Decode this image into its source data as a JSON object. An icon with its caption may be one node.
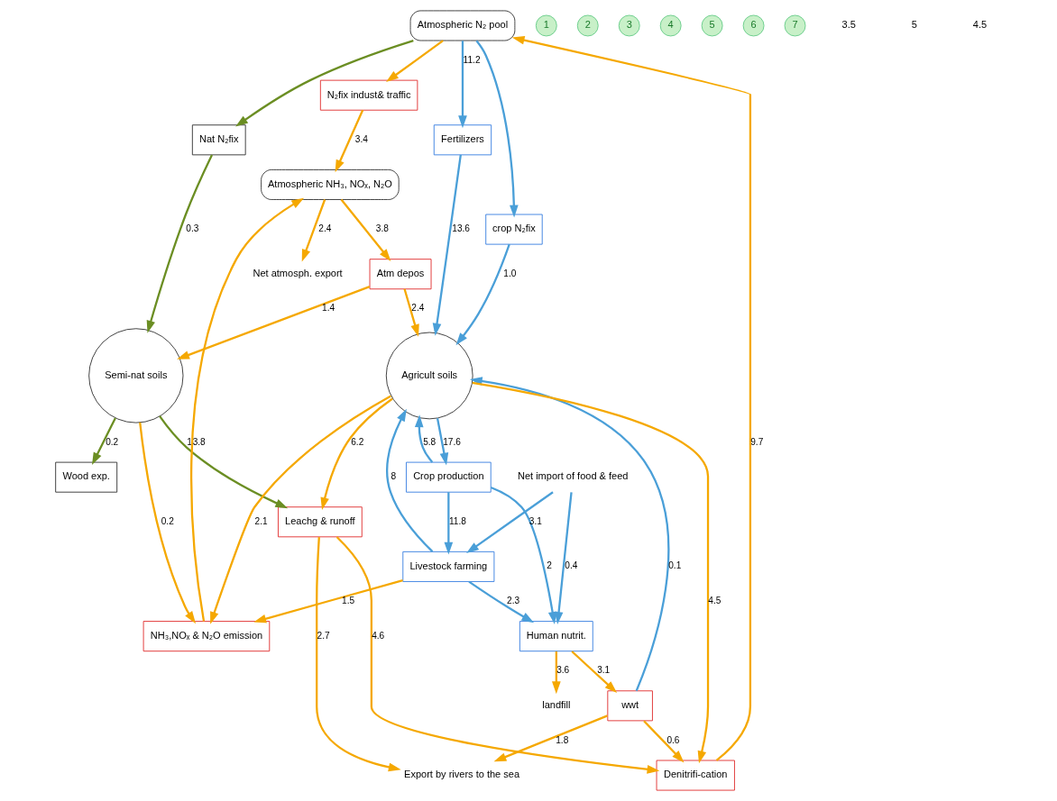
{
  "diagram": {
    "nodes": [
      {
        "text": [
          "Atmospheric N₂ pool"
        ]
      },
      {
        "text": [
          "Atmospheric NH₃, NOₓ, N₂O"
        ]
      },
      {
        "text": [
          "N₂fix indust& traffic"
        ]
      },
      {
        "text": [
          "Nat N₂fix"
        ]
      },
      {
        "text": [
          "Wood exp."
        ]
      },
      {
        "text": [
          "Atm depos"
        ]
      },
      {
        "text": [
          "Fertilizers"
        ]
      },
      {
        "text": [
          "crop N₂fix"
        ]
      },
      {
        "text": [
          "Crop production"
        ]
      },
      {
        "text": [
          "Livestock farming"
        ]
      },
      {
        "text": [
          "Human nutrit."
        ]
      },
      {
        "text": [
          "wwt"
        ]
      },
      {
        "text": [
          "Semi-nat soils"
        ]
      },
      {
        "text": [
          "Agricult soils"
        ]
      },
      {
        "text": [
          "NH₃,NOₓ & N₂O emission"
        ]
      },
      {
        "text": [
          "Leachg & runoff"
        ]
      },
      {
        "text": [
          "Denitrifi-cation"
        ]
      },
      {
        "text": [
          "landfill"
        ]
      },
      {
        "text": [
          "Net atmosph. export"
        ]
      },
      {
        "text": [
          "Net import of food & feed"
        ]
      },
      {
        "text": [
          "Export by rivers to the sea"
        ]
      },
      {
        "text": [
          "1"
        ]
      },
      {
        "text": [
          "2"
        ]
      },
      {
        "text": [
          "3"
        ]
      },
      {
        "text": [
          "4"
        ]
      },
      {
        "text": [
          "5"
        ]
      },
      {
        "text": [
          "6"
        ]
      },
      {
        "text": [
          "7"
        ]
      }
    ],
    "edges": [
      {
        "from": 16,
        "to": 0,
        "arrow": "to",
        "label": "9.7"
      },
      {
        "from": 0,
        "to": 2,
        "arrow": "to"
      },
      {
        "from": 2,
        "to": 1,
        "arrow": "to",
        "label": "3.4"
      },
      {
        "from": 14,
        "to": 1,
        "arrow": "to",
        "label": "3.8"
      },
      {
        "from": 1,
        "to": 18,
        "arrow": "to",
        "label": "2.4"
      },
      {
        "from": 1,
        "to": 5,
        "arrow": "to",
        "label": "3.8"
      },
      {
        "from": 5,
        "to": 12,
        "arrow": "to",
        "label": "1.4"
      },
      {
        "from": 5,
        "to": 13,
        "arrow": "to",
        "label": "2.4"
      },
      {
        "from": 0,
        "to": 3,
        "arrow": "to",
        "color": "#6b8e23"
      },
      {
        "from": 3,
        "to": 12,
        "arrow": "to",
        "label": "0.3",
        "color": "#6b8e23"
      },
      {
        "from": 12,
        "to": 4,
        "arrow": "to",
        "label": "0.2",
        "color": "#6b8e23"
      },
      {
        "from": 0,
        "to": 6,
        "arrow": "to",
        "label": "11.2",
        "color": "#4a9fd8"
      },
      {
        "from": 6,
        "to": 13,
        "arrow": "to",
        "label": "13.6",
        "color": "#4a9fd8"
      },
      {
        "from": 0,
        "to": 7,
        "arrow": "to",
        "color": "#4a9fd8"
      },
      {
        "from": 7,
        "to": 13,
        "arrow": "to",
        "label": "1.0",
        "color": "#4a9fd8"
      },
      {
        "from": 13,
        "to": 8,
        "arrow": "to",
        "label": "17.6",
        "color": "#4a9fd8"
      },
      {
        "from": 8,
        "to": 9,
        "arrow": "to",
        "label": "11.8",
        "color": "#4a9fd8"
      },
      {
        "from": 8,
        "to": 13,
        "arrow": "to",
        "label": "5.8",
        "color": "#4a9fd8"
      },
      {
        "from": 8,
        "to": 10,
        "arrow": "to",
        "label": "2",
        "color": "#4a9fd8"
      },
      {
        "from": 19,
        "to": 9,
        "arrow": "to",
        "label": "3.1",
        "color": "#4a9fd8"
      },
      {
        "from": 19,
        "to": 10,
        "arrow": "to",
        "label": "0.4",
        "color": "#4a9fd8"
      },
      {
        "from": 9,
        "to": 13,
        "arrow": "to",
        "label": "8",
        "color": "#4a9fd8"
      },
      {
        "from": 9,
        "to": 10,
        "arrow": "to",
        "label": "2.3",
        "color": "#4a9fd8"
      },
      {
        "from": 11,
        "to": 13,
        "arrow": "to",
        "label": "0.1",
        "color": "#4a9fd8"
      },
      {
        "from": 10,
        "to": 11,
        "arrow": "to",
        "label": "3.1"
      },
      {
        "from": 10,
        "to": 17,
        "arrow": "to",
        "label": "3.6"
      },
      {
        "from": 12,
        "to": 14,
        "arrow": "to",
        "label": "0.2"
      },
      {
        "from": 13,
        "to": 14,
        "arrow": "to",
        "label": "2.1"
      },
      {
        "from": 9,
        "to": 14,
        "arrow": "to",
        "label": "1.5"
      },
      {
        "from": 12,
        "to": 15,
        "arrow": "to",
        "label": "1",
        "color": "#6b8e23"
      },
      {
        "from": 13,
        "to": 16,
        "arrow": "to",
        "label": "4.5"
      },
      {
        "from": 13,
        "to": 15,
        "arrow": "to",
        "label": "6.2"
      },
      {
        "from": 15,
        "to": 16,
        "arrow": "to",
        "label": "4.6"
      },
      {
        "from": 15,
        "to": 20,
        "arrow": "to",
        "label": "2.7"
      },
      {
        "from": 11,
        "to": 20,
        "arrow": "to",
        "label": "1.8"
      },
      {
        "from": 11,
        "to": 16,
        "arrow": "to",
        "label": "0.6"
      }
    ],
    "labels": [
      "3.5",
      "5",
      "4.5"
    ]
  }
}
